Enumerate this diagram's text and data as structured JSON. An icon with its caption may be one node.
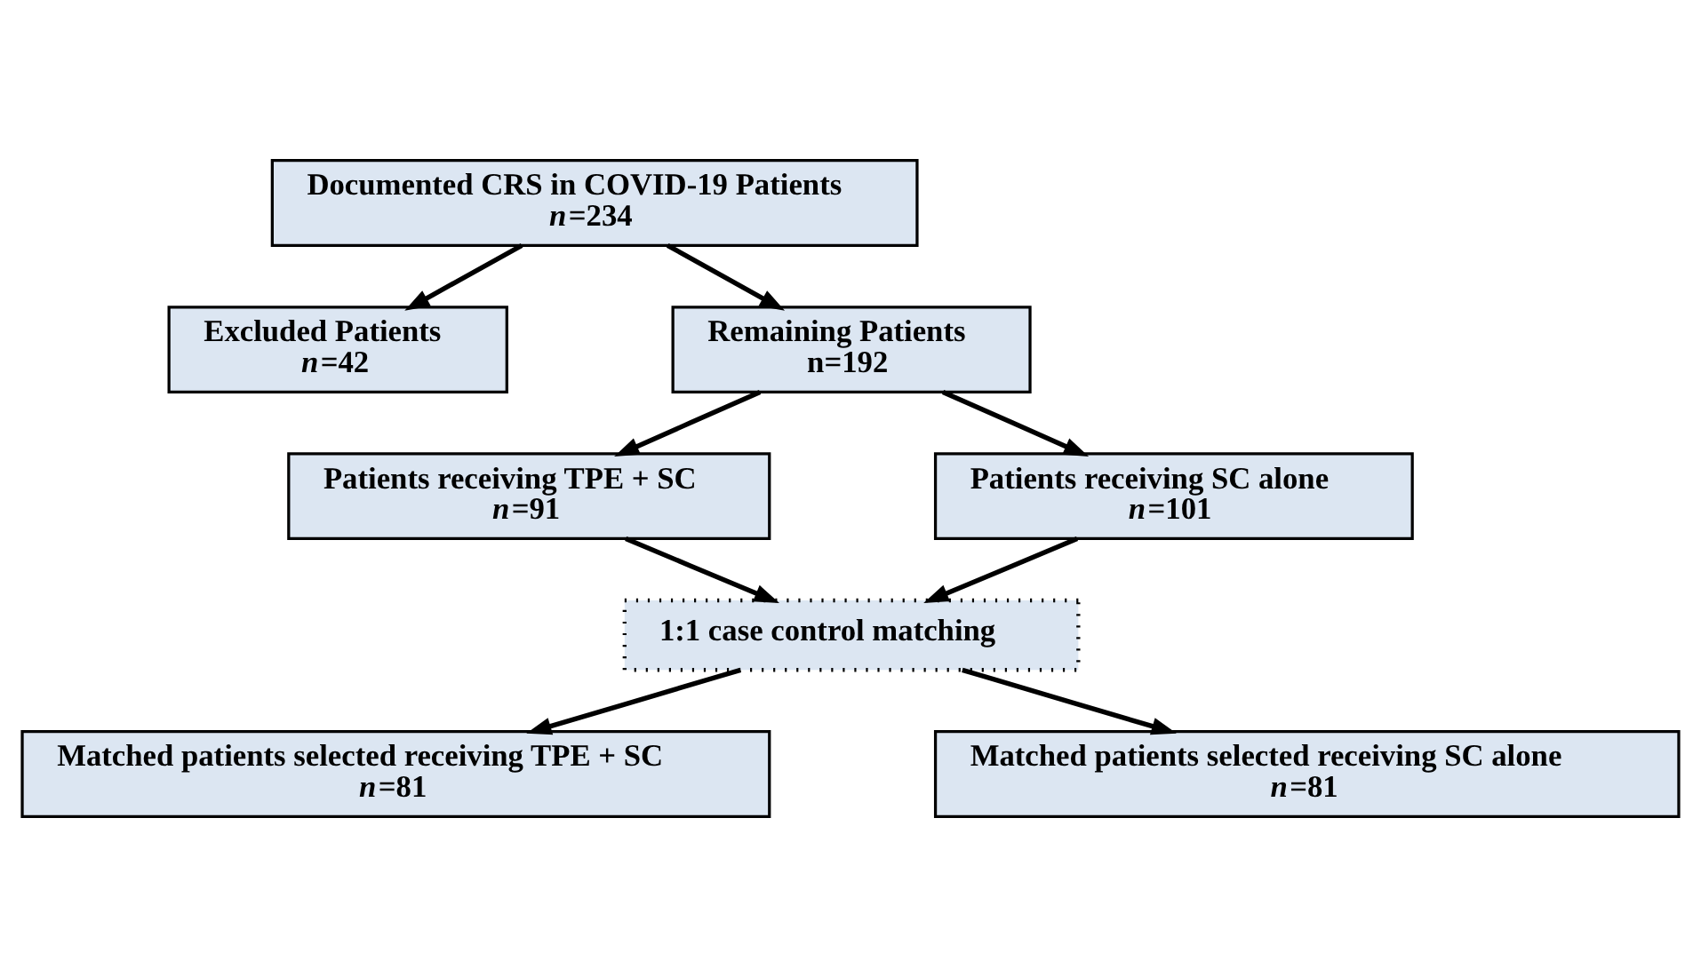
{
  "diagram": {
    "nodes": [
      {
        "text": [
          "Documented CRS in COVID-19 Patients",
          "*n*=234"
        ]
      },
      {
        "text": [
          "Excluded Patients",
          "*n*=42"
        ]
      },
      {
        "text": [
          "Remaining Patients",
          "n=192"
        ]
      },
      {
        "text": [
          "Patients receiving TPE + SC",
          "*n*=91"
        ]
      },
      {
        "text": [
          "Patients receiving SC alone",
          "*n*=101"
        ]
      },
      {
        "text": [
          "1:1 case control matching"
        ]
      },
      {
        "text": [
          "Matched patients selected receiving TPE + SC",
          "*n*=81"
        ]
      },
      {
        "text": [
          "Matched patients selected receiving SC alone",
          "*n*=81"
        ]
      }
    ],
    "edges": [
      {
        "from": 0,
        "to": 2,
        "arrow": "to"
      },
      {
        "from": 0,
        "to": 1,
        "arrow": "to"
      },
      {
        "from": 2,
        "to": 3,
        "arrow": "to"
      },
      {
        "from": 2,
        "to": 4,
        "arrow": "to"
      },
      {
        "from": 3,
        "to": 5,
        "arrow": "to"
      },
      {
        "from": 4,
        "to": 5,
        "arrow": "to"
      },
      {
        "from": 5,
        "to": 6,
        "arrow": "to"
      },
      {
        "from": 5,
        "to": 7,
        "arrow": "to"
      }
    ]
  }
}
